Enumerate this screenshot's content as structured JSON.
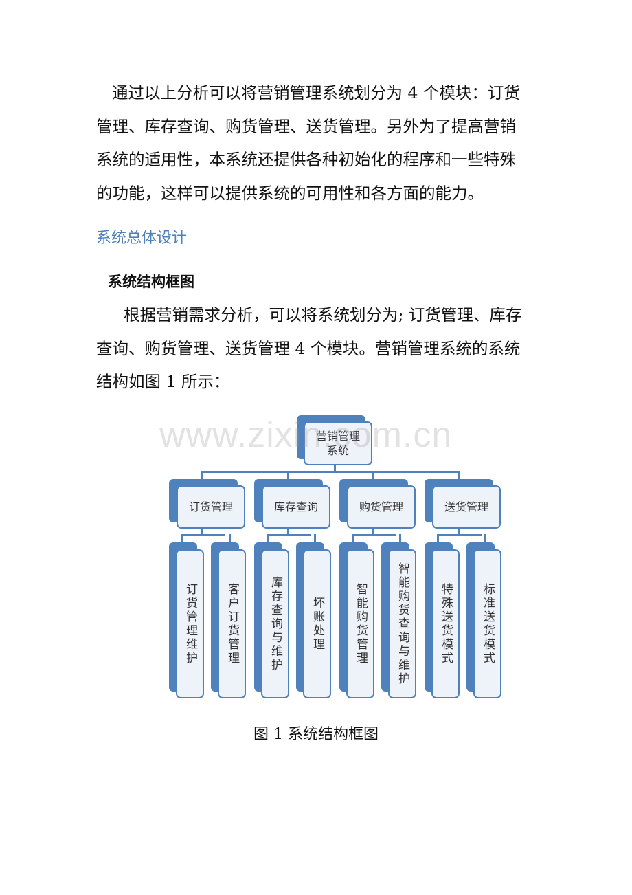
{
  "paragraph1": {
    "lines": [
      "通过以上分析可以将营销管理系统划分为 4 个模块：订货",
      "管理、库存查询、购货管理、送货管理。另外为了提高营销",
      "系统的适用性，本系统还提供各种初始化的程序和一些特殊",
      "的功能，这样可以提供系统的可用性和各方面的能力。"
    ]
  },
  "heading1": "系统总体设计",
  "heading2": "系统结构框图",
  "paragraph2": {
    "lines": [
      "根据营销需求分析，可以将系统划分为; 订货管理、库存",
      "查询、购货管理、送货管理 4 个模块。营销管理系统的系统",
      "结构如图 1 所示："
    ]
  },
  "diagram": {
    "root": "营销管理系统",
    "modules": [
      {
        "label": "订货管理",
        "children": [
          "订货管理维护",
          "客户订货管理"
        ]
      },
      {
        "label": "库存查询",
        "children": [
          "库存查询与维护",
          "坏账处理"
        ]
      },
      {
        "label": "购货管理",
        "children": [
          "智能购货管理",
          "智能购货查询与维护"
        ]
      },
      {
        "label": "送货管理",
        "children": [
          "特殊送货模式",
          "标准送货模式"
        ]
      }
    ],
    "accent_color": "#4f81bd"
  },
  "caption": "图 1  系统结构框图",
  "watermark": "www.zixin.com.cn"
}
